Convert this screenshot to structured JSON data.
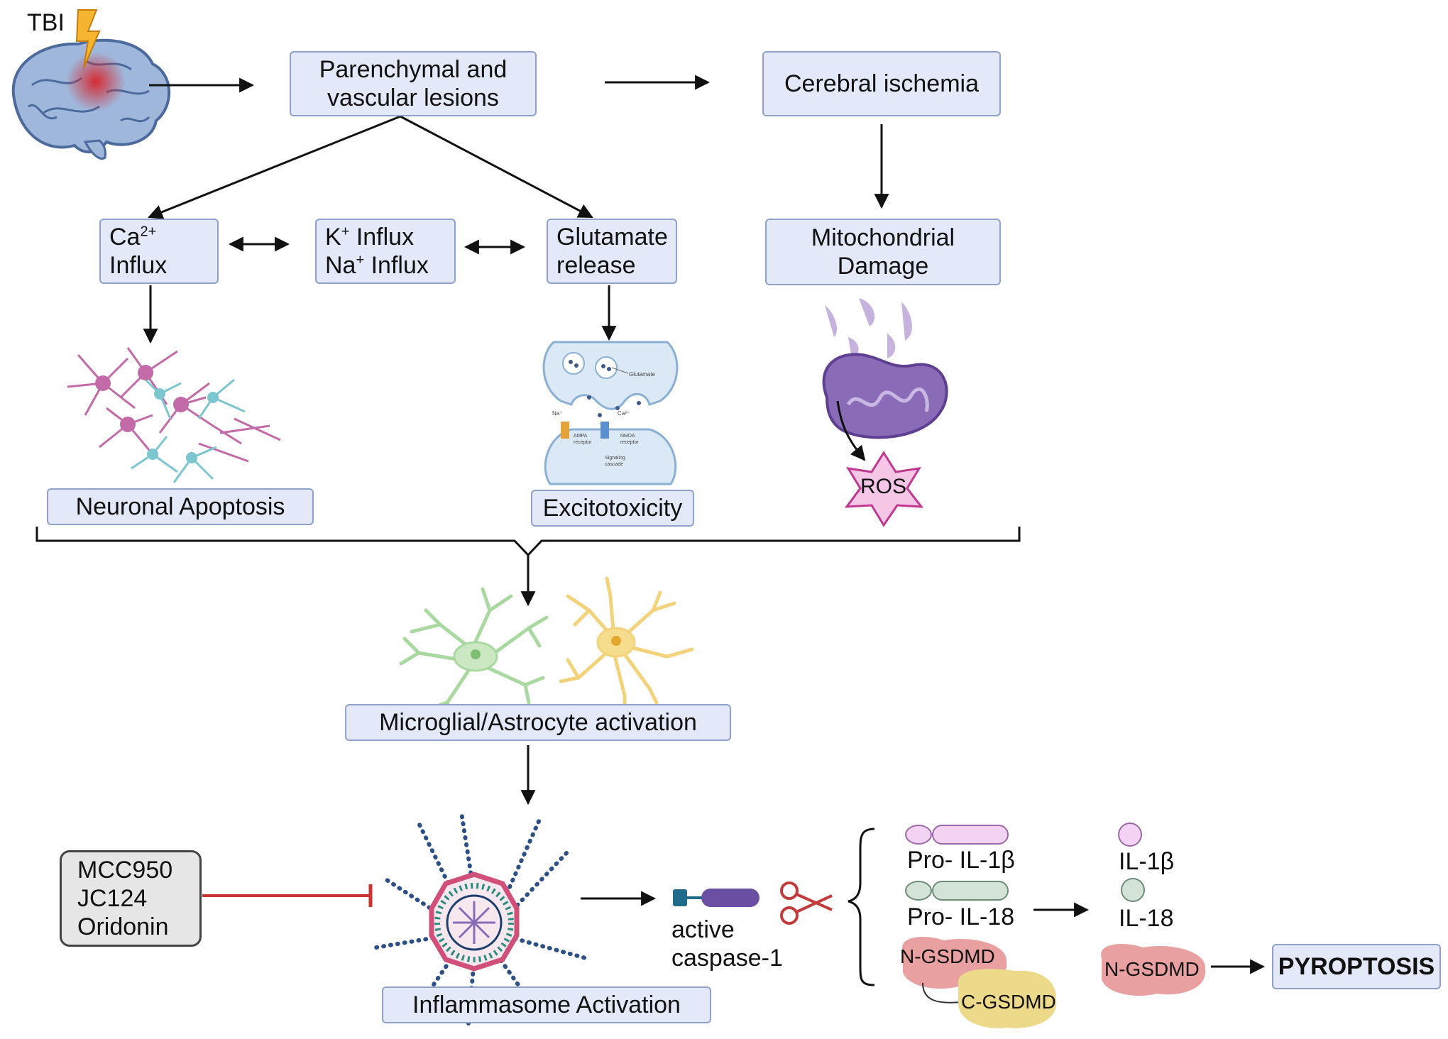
{
  "top": {
    "tbi_label": "TBI",
    "box_lesions": [
      "Parenchymal and",
      "vascular lesions"
    ],
    "box_ischemia": "Cerebral ischemia"
  },
  "mid": {
    "box_ca": {
      "base": "Ca",
      "sup": "2+",
      "line2": "Influx"
    },
    "box_kna": {
      "k_base": "K",
      "k_sup": "+",
      "k_rest": " Influx",
      "na_base": "Na",
      "na_sup": "+",
      "na_rest": " Influx"
    },
    "box_glutamate": [
      "Glutamate",
      "release"
    ],
    "box_mito": [
      "Mitochondrial",
      "Damage"
    ]
  },
  "outcomes": {
    "neuronal_apoptosis": "Neuronal Apoptosis",
    "excitotoxicity": "Excitotoxicity",
    "ros": "ROS"
  },
  "synapse": {
    "glutamate": "Glutamate",
    "na": "Na⁺",
    "ca": "Ca²⁺",
    "ampa": [
      "AMPA",
      "receptor"
    ],
    "nmda": [
      "NMDA",
      "receptor"
    ],
    "signaling": [
      "Signaling",
      "cascade"
    ]
  },
  "activation": {
    "label": "Microglial/Astrocyte activation"
  },
  "inflammasome": {
    "label": "Inflammasome Activation",
    "inhibitors": [
      "MCC950",
      "JC124",
      "Oridonin"
    ],
    "caspase": [
      "active",
      "caspase-1"
    ]
  },
  "cleavage": {
    "pro_il1b": "Pro- IL-1β",
    "pro_il18": "Pro- IL-18",
    "ngsdmd": "N-GSDMD",
    "cgsdmd": "C-GSDMD",
    "il1b": "IL-1β",
    "il18": "IL-18",
    "ngsdmd2": "N-GSDMD",
    "pyroptosis": "PYROPTOSIS"
  },
  "colors": {
    "box_fill": "#e3e9f8",
    "box_border": "#8fa1c7",
    "inhibit_line": "#cc3333",
    "il1b_fill": "#f3d3f3",
    "il18_fill": "#d3e3d8",
    "ngsdmd_fill": "#e8a0a0",
    "cgsdmd_fill": "#ecd98a",
    "mito_fill": "#8a6bb8",
    "ros_fill": "#f6c6e6",
    "microglia": "#a9d9a0",
    "astrocyte": "#f2d27a",
    "neuron_pink": "#c36aa8",
    "neuron_teal": "#7cc7cf"
  }
}
